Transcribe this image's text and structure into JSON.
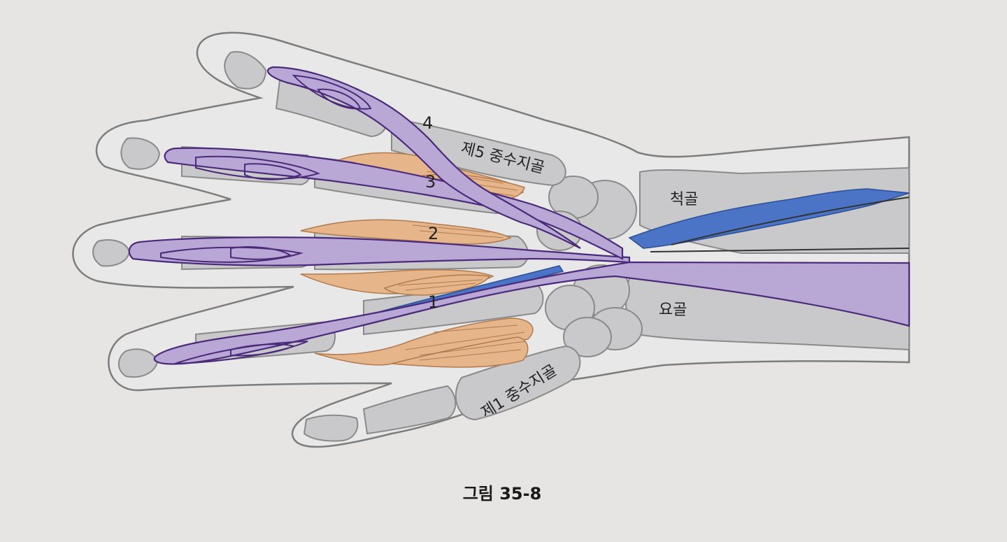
{
  "figure": {
    "caption": "그림 35-8",
    "tendon_numbers": [
      "1",
      "2",
      "3",
      "4"
    ],
    "bones": {
      "fifth_metacarpal": "제5 중수지골",
      "first_metacarpal": "제1 중수지골",
      "ulna": "척골",
      "radius": "요골"
    },
    "colors": {
      "background": "#e6e5e3",
      "bone": "#c9c9cb",
      "outline": "#7d7d7d",
      "tendon": "#b9a8d6",
      "tendon_edge": "#4b2a7a",
      "muscle": "#e6b68a",
      "muscle_edge": "#b07a4e",
      "vessel": "#4b74c6"
    }
  }
}
